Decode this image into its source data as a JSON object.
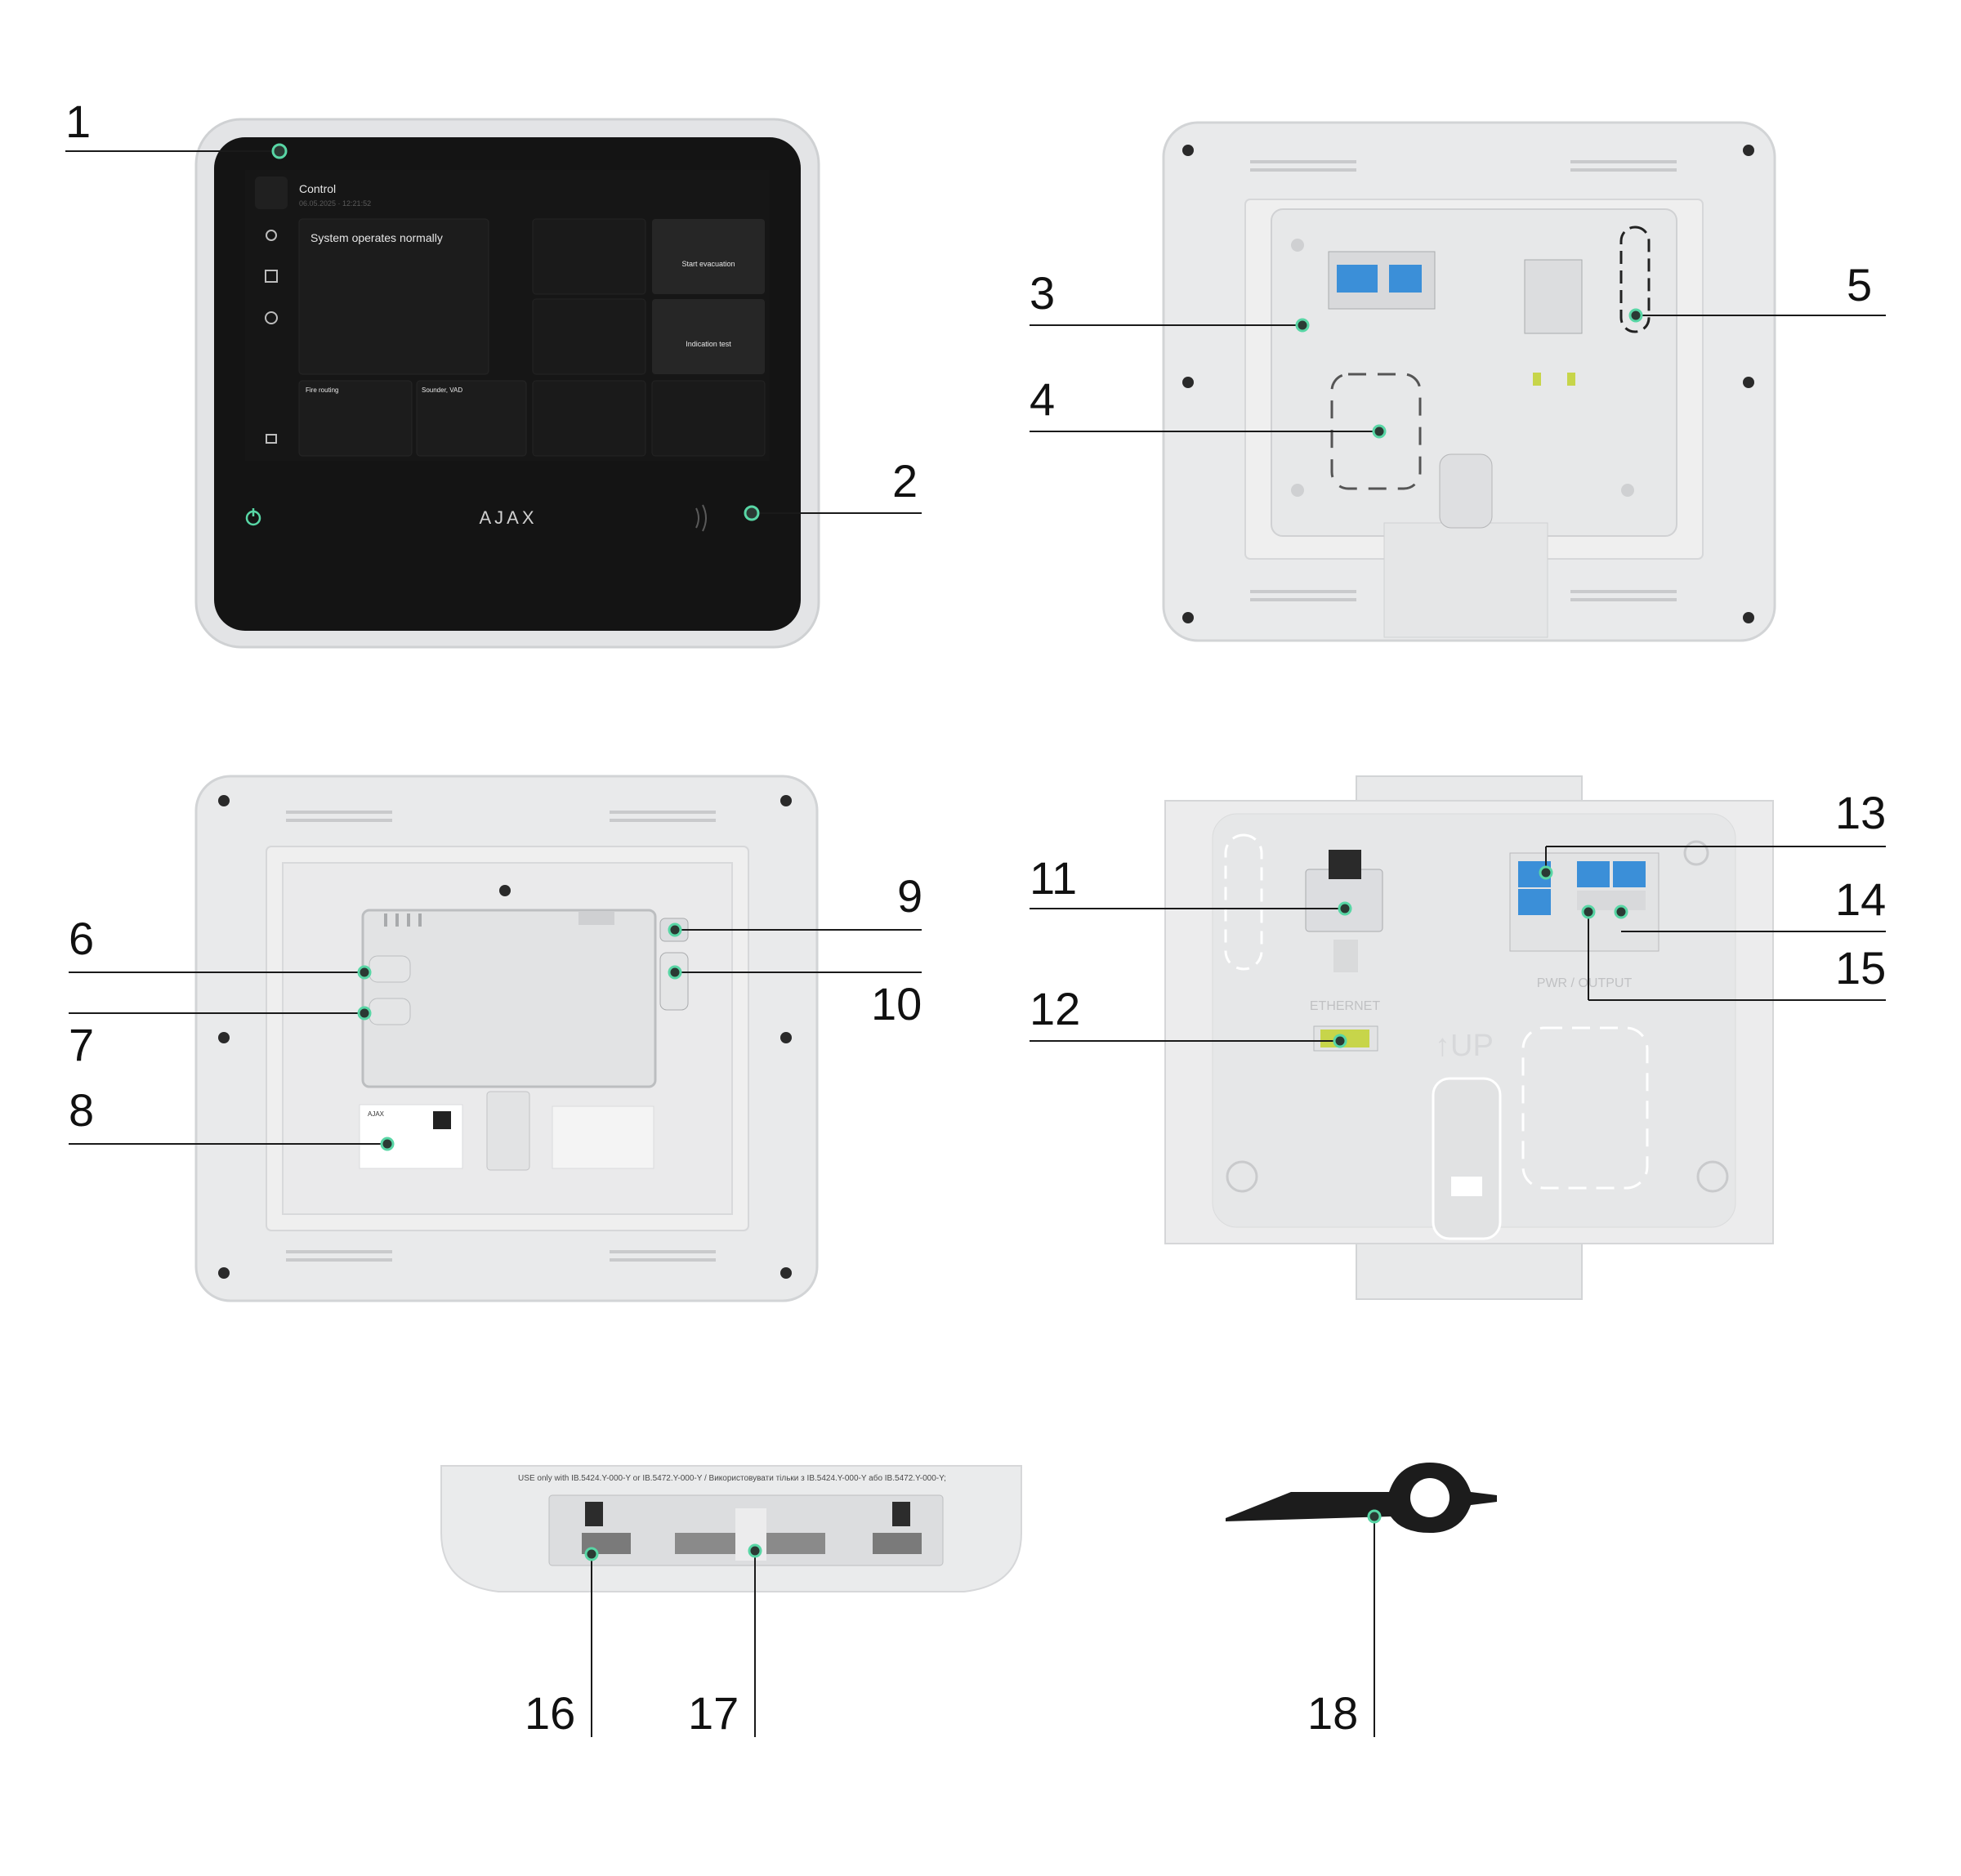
{
  "callouts": [
    "1",
    "2",
    "3",
    "4",
    "5",
    "6",
    "7",
    "8",
    "9",
    "10",
    "11",
    "12",
    "13",
    "14",
    "15",
    "16",
    "17",
    "18"
  ],
  "screen": {
    "title": "Control",
    "datetime": "06.05.2025 · 12:21:52",
    "status": "System operates normally",
    "tiles": {
      "start_evacuation": "Start evacuation",
      "indication_test": "Indication test",
      "fire_routing": "Fire routing",
      "sounder_vad": "Sounder, VAD"
    },
    "logo": "AJAX"
  },
  "labels": {
    "ethernet": "ETHERNET",
    "up": "↑UP",
    "pwr_output": "PWR / OUTPUT",
    "sticker_brand": "AJAX",
    "bottom_notice": "USE only with IB.5424.Y-000-Y or IB.5472.Y-000-Y / Використовувати тільки з IB.5424.Y-000-Y або IB.5472.Y-000-Y;"
  },
  "colors": {
    "accent": "#58d6a5",
    "screen": "#141414",
    "casing": "#e9eaeb",
    "terminal_blue": "#3b8fd8"
  }
}
